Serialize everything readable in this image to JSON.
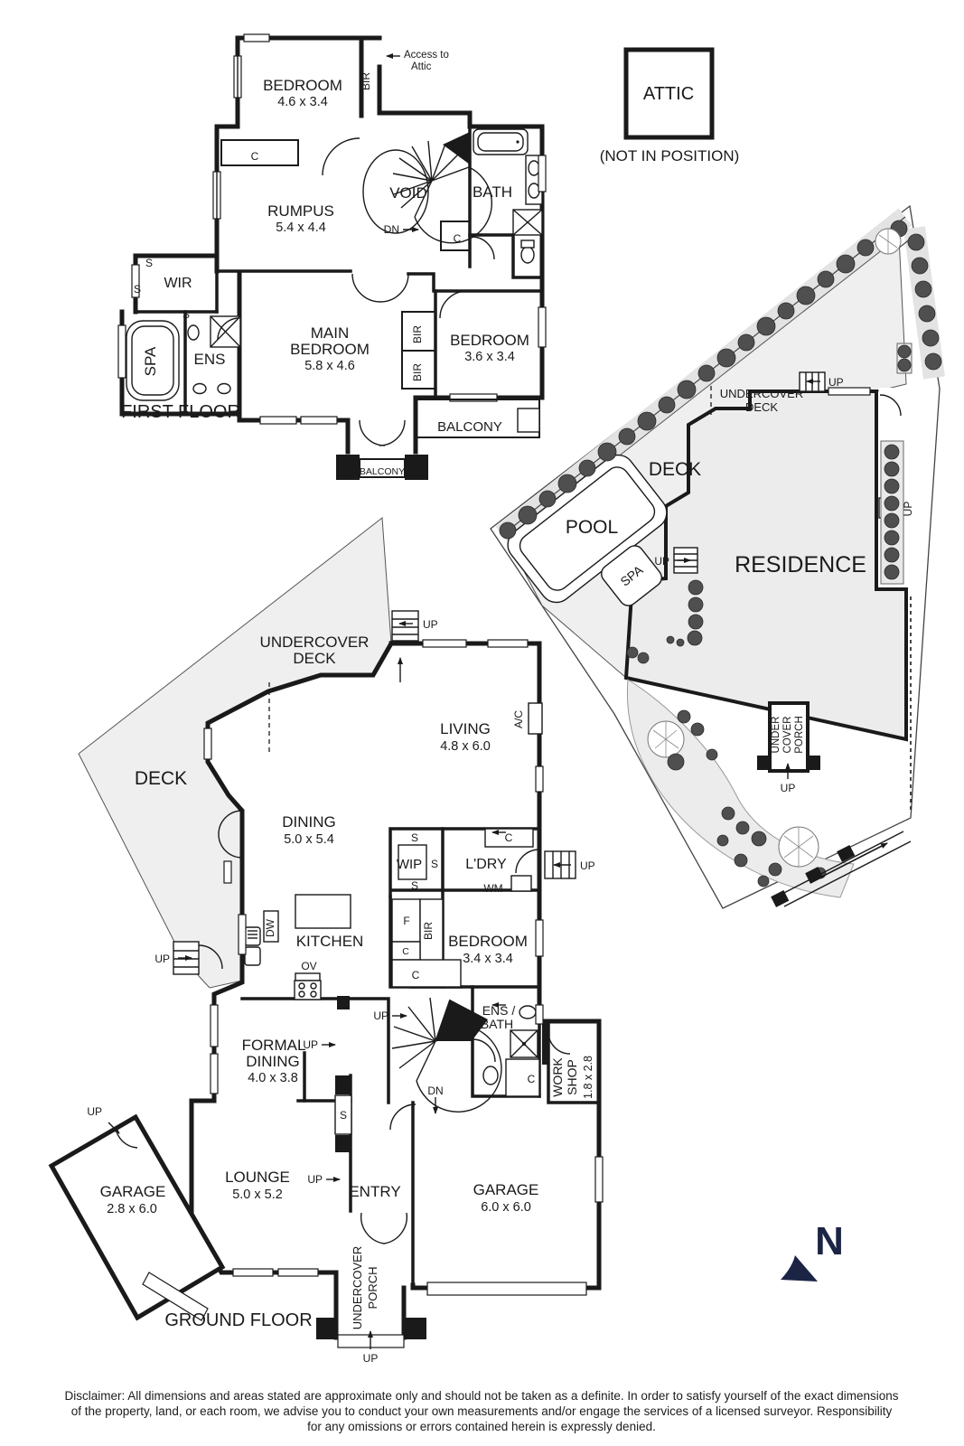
{
  "colors": {
    "wall": "#1a1a1a",
    "deck_fill": "#efefef",
    "residence_fill": "#ececec",
    "garden_band": "#e3e3e3",
    "shrub": "#4f4f4f",
    "north_arrow": "#1b2444"
  },
  "glyphs": {
    "up": "UP",
    "dn": "DN",
    "s": "S",
    "c": "C",
    "bir": "BIR",
    "wm": "WM",
    "f": "F",
    "ov": "OV",
    "dw": "DW",
    "ac": "A/C",
    "wip": "WIP"
  },
  "attic": {
    "label": "ATTIC",
    "note": "(NOT IN POSITION)"
  },
  "first_floor": {
    "title": "FIRST FLOOR",
    "access_note_1": "Access to",
    "access_note_2": "Attic",
    "rooms": {
      "bedroom_top": {
        "name": "BEDROOM",
        "dims": "4.6 x 3.4"
      },
      "rumpus": {
        "name": "RUMPUS",
        "dims": "5.4 x 4.4"
      },
      "void": {
        "name": "VOID"
      },
      "bath": {
        "name": "BATH"
      },
      "wir": {
        "name": "WIR"
      },
      "ens": {
        "name": "ENS"
      },
      "spa": {
        "name": "SPA"
      },
      "main_bedroom": {
        "name_1": "MAIN",
        "name_2": "BEDROOM",
        "dims": "5.8 x 4.6"
      },
      "bedroom_right": {
        "name": "BEDROOM",
        "dims": "3.6 x 3.4"
      },
      "balcony_right": {
        "name": "BALCONY"
      },
      "balcony_bottom": {
        "name": "BALCONY"
      }
    }
  },
  "site_plan": {
    "residence": "RESIDENCE",
    "deck": "DECK",
    "pool": "POOL",
    "spa": "SPA",
    "undercover_deck_1": "UNDERCOVER",
    "undercover_deck_2": "DECK",
    "porch_1": "UNDER",
    "porch_2": "COVER",
    "porch_3": "PORCH"
  },
  "ground_floor": {
    "title": "GROUND FLOOR",
    "rooms": {
      "undercover_deck": {
        "name_1": "UNDERCOVER",
        "name_2": "DECK"
      },
      "deck": {
        "name": "DECK"
      },
      "living": {
        "name": "LIVING",
        "dims": "4.8 x 6.0"
      },
      "dining": {
        "name": "DINING",
        "dims": "5.0 x 5.4"
      },
      "kitchen": {
        "name": "KITCHEN"
      },
      "laundry": {
        "name": "L'DRY"
      },
      "bedroom": {
        "name": "BEDROOM",
        "dims": "3.4 x 3.4"
      },
      "ens_bath": {
        "name_1": "ENS /",
        "name_2": "BATH"
      },
      "workshop": {
        "name_1": "WORK",
        "name_2": "SHOP",
        "dims": "1.8 x 2.8"
      },
      "garage_main": {
        "name": "GARAGE",
        "dims": "6.0 x 6.0"
      },
      "garage_small": {
        "name": "GARAGE",
        "dims": "2.8 x 6.0"
      },
      "formal_dining": {
        "name_1": "FORMAL",
        "name_2": "DINING",
        "dims": "4.0 x 3.8"
      },
      "lounge": {
        "name": "LOUNGE",
        "dims": "5.0 x 5.2"
      },
      "entry": {
        "name": "ENTRY"
      },
      "porch": {
        "name_1": "UNDERCOVER",
        "name_2": "PORCH"
      }
    }
  },
  "compass": {
    "north": "N"
  },
  "disclaimer": {
    "line1": "Disclaimer: All dimensions and areas stated are approximate only and should not be taken as a definite. In order to satisfy yourself of the exact dimensions",
    "line2": "of the property, land, or each room, we advise you to conduct your own measurements and/or engage the services of a licensed surveyor. Responsibility",
    "line3": "for any omissions or errors contained herein is expressly denied."
  }
}
